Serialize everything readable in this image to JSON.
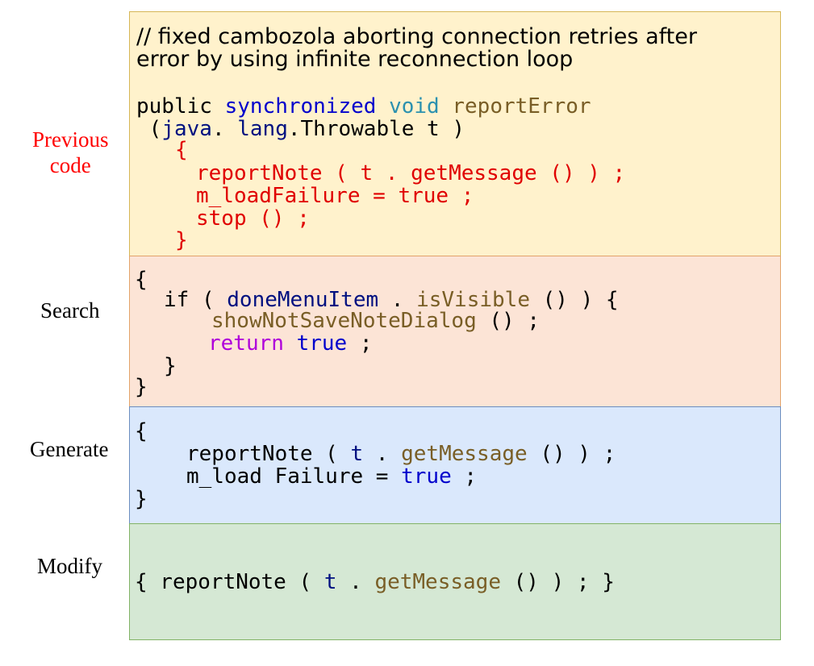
{
  "labels": {
    "previous": "Previous\ncode",
    "search": "Search",
    "generate": "Generate",
    "modify": "Modify"
  },
  "previous": {
    "comment_line1": "// fixed cambozola aborting connection retries after",
    "comment_line2": "error by using infinite reconnection loop",
    "sig_public": "public ",
    "sig_synchronized": "synchronized",
    "sig_void": "void",
    "sig_reportError": "reportError",
    "sig_open": " (",
    "sig_java": "java",
    "sig_dot": ". ",
    "sig_lang": "lang",
    "sig_throwable": ".Throwable t )",
    "brace_open": "{",
    "body_line1": "reportNote ( t . getMessage () ) ;",
    "body_line2": "m_loadFailure = true ;",
    "body_line3": "stop () ;",
    "brace_close": "}"
  },
  "search": {
    "line1": "{",
    "if_kw": "if ( ",
    "doneMenuItem": "doneMenuItem",
    "dot_sp": " . ",
    "isVisible": "isVisible",
    "if_tail": " () ) {",
    "showNot": "showNotSaveNoteDialog",
    "show_tail": " () ;",
    "return_kw": "return",
    "true_kw": "true",
    "semi": " ;",
    "close_inner": "}",
    "close_outer": "}"
  },
  "generate": {
    "open": "{",
    "line1_a": "reportNote ( ",
    "line1_t": "t",
    "line1_b": " . ",
    "line1_fn": "getMessage",
    "line1_c": " () ) ;",
    "line2_a": "m_load Failure = ",
    "line2_true": "true",
    "line2_b": " ;",
    "close": "}"
  },
  "modify": {
    "a": "{ reportNote ( ",
    "t": "t",
    "b": " . ",
    "fn": "getMessage",
    "c": " () ) ; }"
  }
}
